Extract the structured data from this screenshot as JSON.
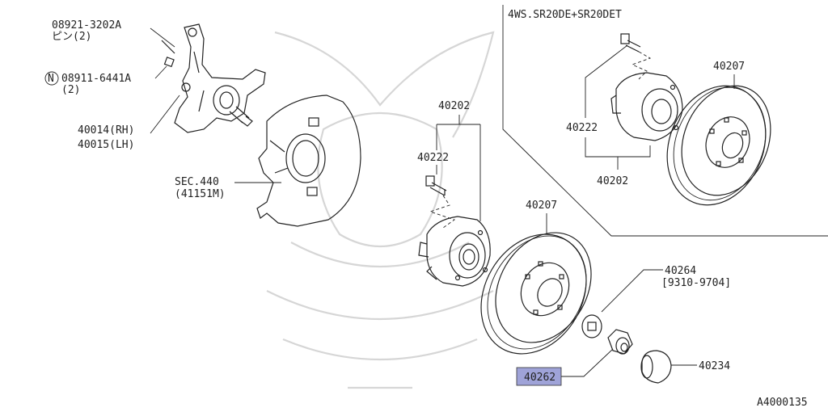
{
  "diagram": {
    "variant_label": "4WS.SR20DE+SR20DET",
    "footer_code": "A4000135",
    "highlight_color": "#9fa3d8",
    "labels": {
      "pin_part": "08921-3202A",
      "pin_name": "ピン(2)",
      "nut_circle": "N",
      "nut_part": "08911-6441A",
      "nut_qty": "(2)",
      "knuckle_rh": "40014(RH)",
      "knuckle_lh": "40015(LH)",
      "baffle_sec": "SEC.440",
      "baffle_ref": "(41151M)",
      "hub_main": "40202",
      "bolt_main": "40222",
      "rotor_main": "40207",
      "washer_part": "40264",
      "washer_dates": "[9310-9704]",
      "nut_hub": "40262",
      "cap_part": "40234",
      "inset_bolt": "40222",
      "inset_hub": "40202",
      "inset_rotor": "40207"
    }
  }
}
